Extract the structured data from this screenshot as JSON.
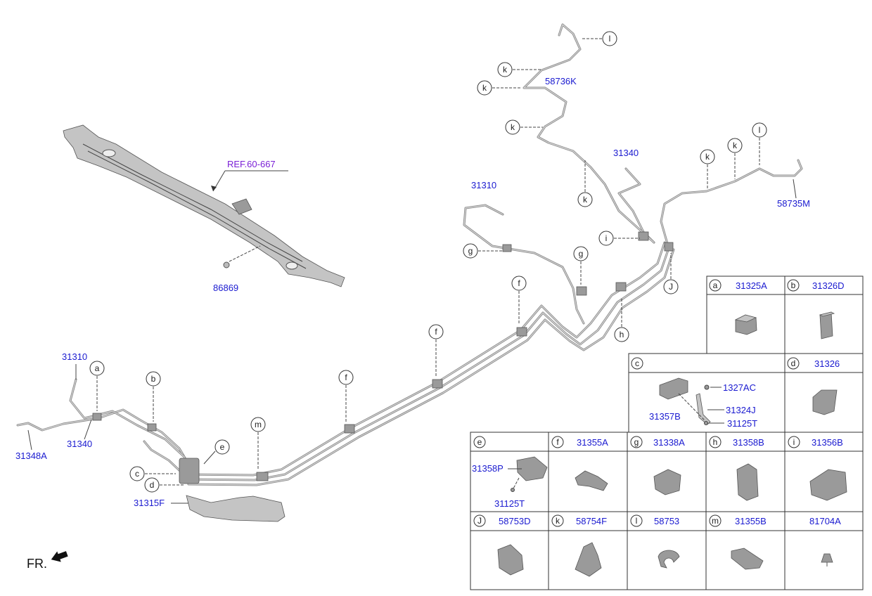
{
  "reference": "REF.60-667",
  "front_label": "FR.",
  "callouts": {
    "86869": "86869",
    "31310_top": "31310",
    "31340_top": "31340",
    "58736K": "58736K",
    "58735M": "58735M",
    "31310_left": "31310",
    "31340_left": "31340",
    "31348A": "31348A",
    "31315F": "31315F"
  },
  "letters": [
    "a",
    "b",
    "c",
    "d",
    "e",
    "f",
    "g",
    "h",
    "i",
    "J",
    "k",
    "l",
    "m"
  ],
  "parts_table": {
    "row1": [
      {
        "letter": "a",
        "part": "31325A"
      },
      {
        "letter": "b",
        "part": "31326D"
      }
    ],
    "row2": [
      {
        "letter": "c",
        "part": "",
        "sub_parts": [
          "1327AC",
          "31357B",
          "31324J",
          "31125T"
        ]
      },
      {
        "letter": "d",
        "part": "31326"
      }
    ],
    "row3": [
      {
        "letter": "e",
        "part": "",
        "sub_parts": [
          "31358P",
          "31125T"
        ]
      },
      {
        "letter": "f",
        "part": "31355A"
      },
      {
        "letter": "g",
        "part": "31338A"
      },
      {
        "letter": "h",
        "part": "31358B"
      },
      {
        "letter": "i",
        "part": "31356B"
      }
    ],
    "row4": [
      {
        "letter": "J",
        "part": "58753D"
      },
      {
        "letter": "k",
        "part": "58754F"
      },
      {
        "letter": "l",
        "part": "58753"
      },
      {
        "letter": "m",
        "part": "31355B"
      },
      {
        "letter": "",
        "part": "81704A"
      }
    ]
  }
}
